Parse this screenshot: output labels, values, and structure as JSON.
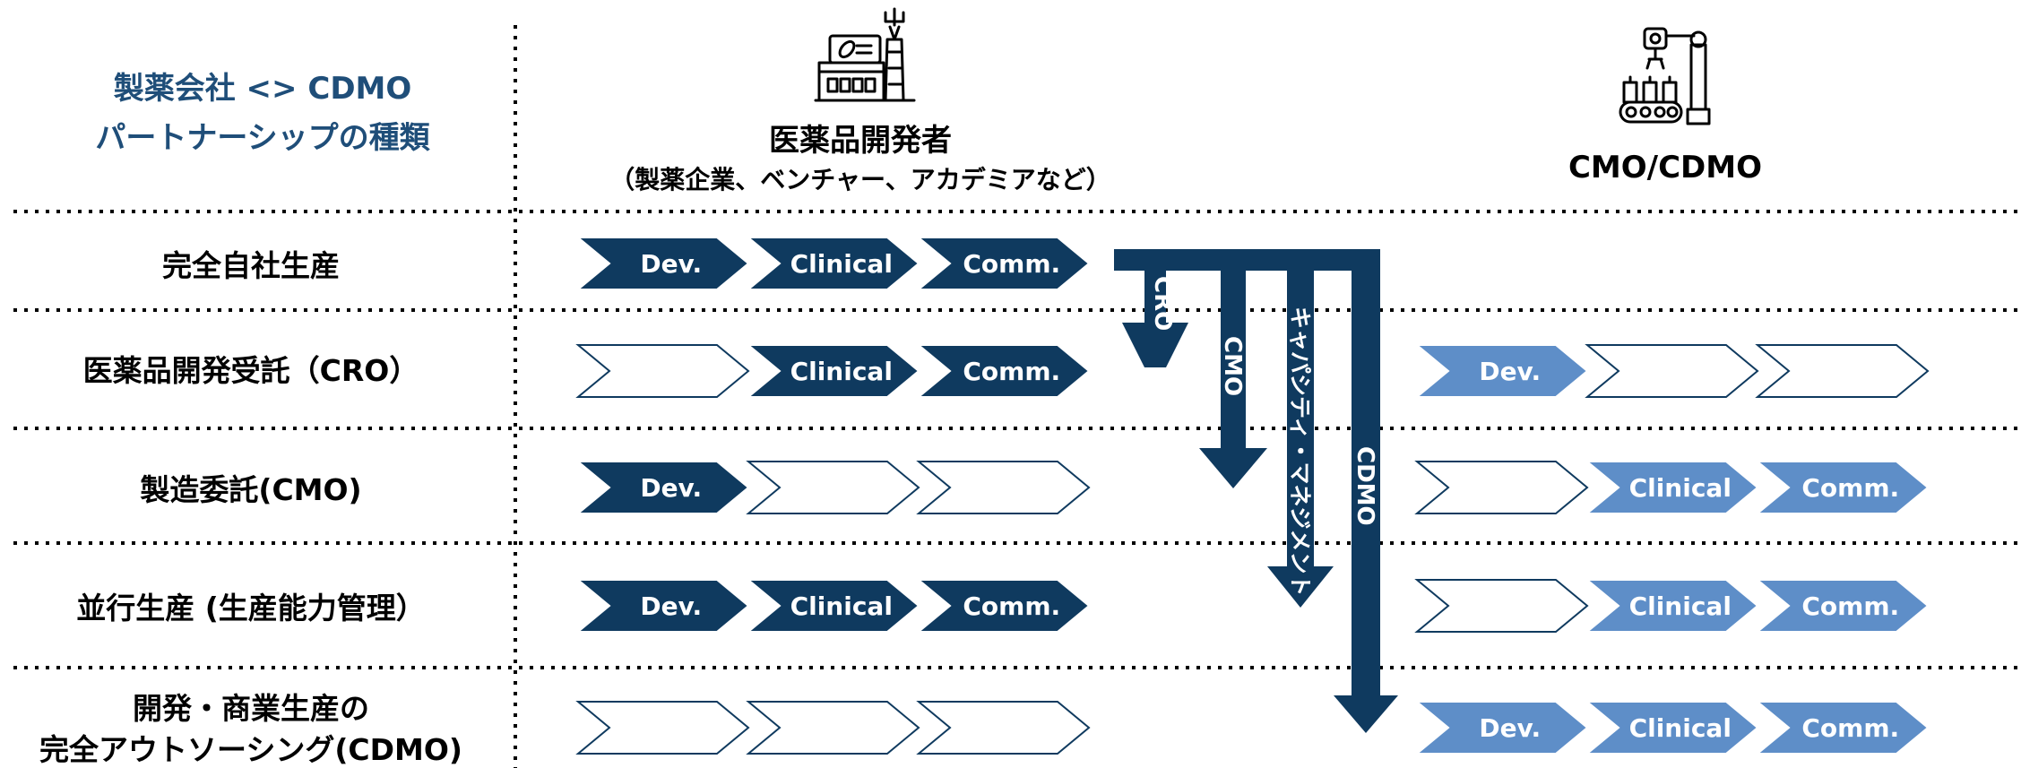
{
  "header": {
    "title_line1": "製薬会社 <> CDMO",
    "title_line2": "パートナーシップの種類",
    "developer_title": "医薬品開発者",
    "developer_subtitle": "（製薬企業、ベンチャー、アカデミアなど）",
    "cdmo_title": "CMO/CDMO"
  },
  "icons": {
    "developer": "factory-icon",
    "cdmo": "robot-arm-assembly-icon"
  },
  "colors": {
    "dark_navy": "#0f3a5f",
    "light_blue": "#5e8ec8",
    "heading_navy": "#1f4e79",
    "outline": "#0f3a5f"
  },
  "rows": [
    {
      "label": "完全自社生産",
      "developer_stages": [
        {
          "text": "Dev.",
          "filled": true
        },
        {
          "text": "Clinical",
          "filled": true
        },
        {
          "text": "Comm.",
          "filled": true
        }
      ],
      "cdmo_stages": []
    },
    {
      "label": "医薬品開発受託（CRO）",
      "developer_stages": [
        {
          "text": "",
          "filled": false
        },
        {
          "text": "Clinical",
          "filled": true
        },
        {
          "text": "Comm.",
          "filled": true
        }
      ],
      "cdmo_stages": [
        {
          "text": "Dev.",
          "filled": true
        },
        {
          "text": "",
          "filled": false
        },
        {
          "text": "",
          "filled": false
        }
      ]
    },
    {
      "label": "製造委託(CMO)",
      "developer_stages": [
        {
          "text": "Dev.",
          "filled": true
        },
        {
          "text": "",
          "filled": false
        },
        {
          "text": "",
          "filled": false
        }
      ],
      "cdmo_stages": [
        {
          "text": "",
          "filled": false
        },
        {
          "text": "Clinical",
          "filled": true
        },
        {
          "text": "Comm.",
          "filled": true
        }
      ]
    },
    {
      "label": "並行生産 (生産能力管理）",
      "developer_stages": [
        {
          "text": "Dev.",
          "filled": true
        },
        {
          "text": "Clinical",
          "filled": true
        },
        {
          "text": "Comm.",
          "filled": true
        }
      ],
      "cdmo_stages": [
        {
          "text": "",
          "filled": false
        },
        {
          "text": "Clinical",
          "filled": true
        },
        {
          "text": "Comm.",
          "filled": true
        }
      ]
    },
    {
      "label_line1": "開発・商業生産の",
      "label_line2": "完全アウトソーシング(CDMO)",
      "developer_stages": [
        {
          "text": "",
          "filled": false
        },
        {
          "text": "",
          "filled": false
        },
        {
          "text": "",
          "filled": false
        }
      ],
      "cdmo_stages": [
        {
          "text": "Dev.",
          "filled": true
        },
        {
          "text": "Clinical",
          "filled": true
        },
        {
          "text": "Comm.",
          "filled": true
        }
      ]
    }
  ],
  "arrows": [
    "CRO",
    "CMO",
    "キャパシティ・マネジメント",
    "CDMO"
  ]
}
